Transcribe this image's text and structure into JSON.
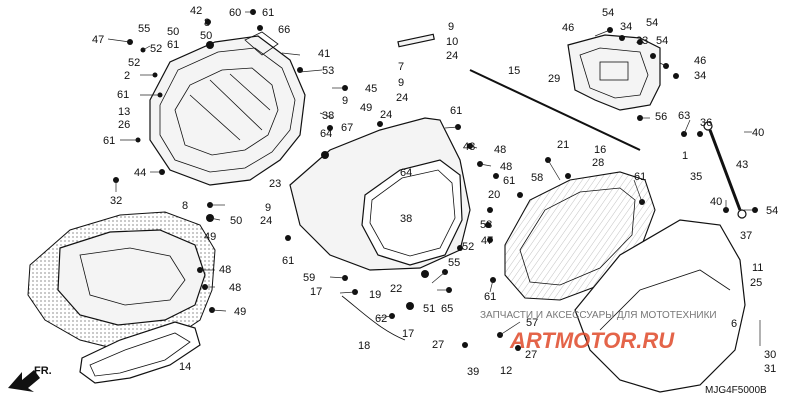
{
  "diagram_code": "MJG4F5000B",
  "front_label": "FR.",
  "watermark_text": "ЗАПЧАСТИ И АКСЕССУАРЫ ДЛЯ МОТОТЕХНИКИ",
  "watermark_logo": "ARTMOTOR.RU",
  "watermark_color": "#e04a2a",
  "callouts": {
    "c47": "47",
    "c55a": "55",
    "c52a": "52",
    "c50a": "50",
    "c61a": "61",
    "c2": "2",
    "c52b": "52",
    "c61b": "61",
    "c13": "13",
    "c26": "26",
    "c61c": "61",
    "c44": "44",
    "c32": "32",
    "c42": "42",
    "c8a": "8",
    "c50b": "50",
    "c60": "60",
    "c61d": "61",
    "c66": "66",
    "c41": "41",
    "c53": "53",
    "c45": "45",
    "c9a": "9",
    "c38a": "38",
    "c64a": "64",
    "c67": "67",
    "c49a": "49",
    "c24a": "24",
    "c23": "23",
    "c9b": "9",
    "c10": "10",
    "c24b": "24",
    "c7": "7",
    "c9c": "9",
    "c24c": "24",
    "c61e": "61",
    "c48a": "48",
    "c48b": "48",
    "c48c": "48",
    "c64b": "64",
    "c38b": "38",
    "c8b": "8",
    "c50c": "50",
    "c49b": "49",
    "c9d": "9",
    "c24d": "24",
    "c61f": "61",
    "c48d": "48",
    "c48e": "48",
    "c49c": "49",
    "c14": "14",
    "c15": "15",
    "c21": "21",
    "c16": "16",
    "c28": "28",
    "c58": "58",
    "c20": "20",
    "c61g": "61",
    "c58b": "58",
    "c47b": "47",
    "c52c": "52",
    "c55b": "55",
    "c61h": "61",
    "c46a": "46",
    "c54a": "54",
    "c34a": "34",
    "c54b": "54",
    "c33": "33",
    "c54c": "54",
    "c46b": "46",
    "c29": "29",
    "c34b": "34",
    "c56": "56",
    "c63": "63",
    "c36": "36",
    "c40a": "40",
    "c1": "1",
    "c35": "35",
    "c43": "43",
    "c40b": "40",
    "c37": "37",
    "c54d": "54",
    "c11": "11",
    "c25": "25",
    "c59": "59",
    "c17a": "17",
    "c19": "19",
    "c22": "22",
    "c51": "51",
    "c65": "65",
    "c62": "62",
    "c57": "57",
    "c17b": "17",
    "c18": "18",
    "c27a": "27",
    "c27b": "27",
    "c39": "39",
    "c12": "12",
    "c6": "6",
    "c30": "30",
    "c31": "31",
    "c61i": "61"
  }
}
